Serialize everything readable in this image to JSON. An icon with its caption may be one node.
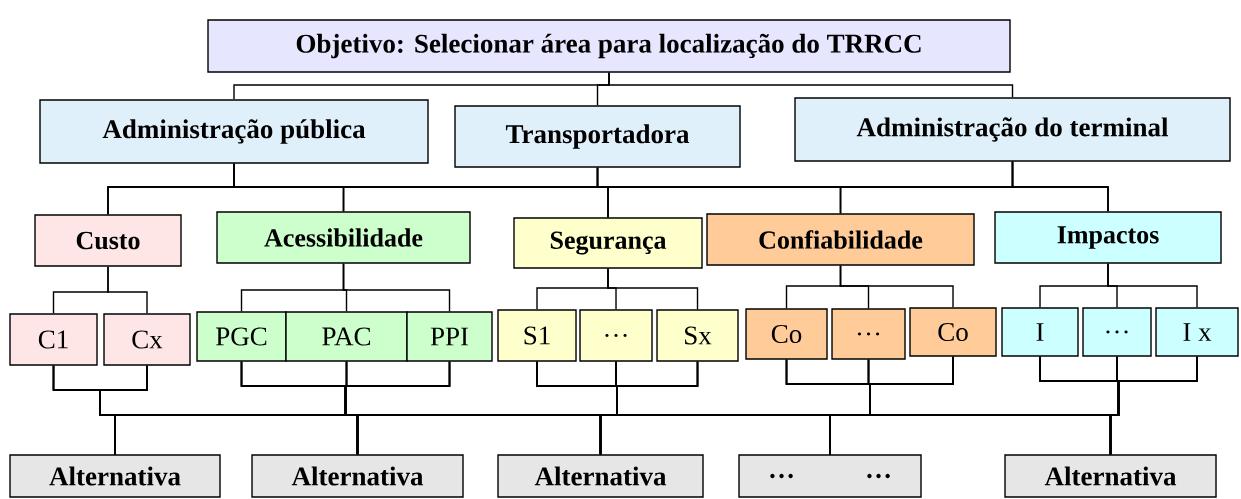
{
  "diagram": {
    "nodes": [
      {
        "text": [
          "Objetivo: Selecionar área para localização do TRRCC"
        ]
      },
      {
        "text": [
          "Administração pública"
        ]
      },
      {
        "text": [
          "Transportadora"
        ]
      },
      {
        "text": [
          "Administração do terminal"
        ]
      },
      {
        "text": [
          "Custo"
        ]
      },
      {
        "text": [
          "Acessibilidade"
        ]
      },
      {
        "text": [
          "Segurança"
        ]
      },
      {
        "text": [
          "Confiabilidade"
        ]
      },
      {
        "text": [
          "Impactos"
        ]
      },
      {
        "text": [
          "C1"
        ]
      },
      {
        "text": [
          "Cx"
        ]
      },
      {
        "text": [
          "PGC"
        ]
      },
      {
        "text": [
          "PAC"
        ]
      },
      {
        "text": [
          "PPI"
        ]
      },
      {
        "text": [
          "S1"
        ]
      },
      {
        "text": [
          "…"
        ]
      },
      {
        "text": [
          "Sx"
        ]
      },
      {
        "text": [
          "Co"
        ]
      },
      {
        "text": [
          "…"
        ]
      },
      {
        "text": [
          "Co"
        ]
      },
      {
        "text": [
          "I"
        ]
      },
      {
        "text": [
          "…"
        ]
      },
      {
        "text": [
          "I x"
        ]
      },
      {
        "text": [
          "Alternativa"
        ]
      },
      {
        "text": [
          "Alternativa"
        ]
      },
      {
        "text": [
          "Alternativa"
        ]
      },
      {
        "text": [
          "…",
          "…"
        ]
      },
      {
        "text": [
          "Alternativa"
        ]
      }
    ],
    "edges": [
      {
        "from": 0,
        "to": 1,
        "arrow": "none"
      },
      {
        "from": 0,
        "to": 2,
        "arrow": "none"
      },
      {
        "from": 0,
        "to": 3,
        "arrow": "none"
      },
      {
        "from": 1,
        "to": 4,
        "arrow": "none"
      },
      {
        "from": 1,
        "to": 5,
        "arrow": "none"
      },
      {
        "from": 1,
        "to": 6,
        "arrow": "none"
      },
      {
        "from": 1,
        "to": 7,
        "arrow": "none"
      },
      {
        "from": 1,
        "to": 8,
        "arrow": "none"
      },
      {
        "from": 2,
        "to": 4,
        "arrow": "none"
      },
      {
        "from": 2,
        "to": 5,
        "arrow": "none"
      },
      {
        "from": 2,
        "to": 6,
        "arrow": "none"
      },
      {
        "from": 2,
        "to": 7,
        "arrow": "none"
      },
      {
        "from": 2,
        "to": 8,
        "arrow": "none"
      },
      {
        "from": 3,
        "to": 4,
        "arrow": "none"
      },
      {
        "from": 3,
        "to": 5,
        "arrow": "none"
      },
      {
        "from": 3,
        "to": 6,
        "arrow": "none"
      },
      {
        "from": 3,
        "to": 7,
        "arrow": "none"
      },
      {
        "from": 3,
        "to": 8,
        "arrow": "none"
      },
      {
        "from": 4,
        "to": 9,
        "arrow": "none"
      },
      {
        "from": 4,
        "to": 10,
        "arrow": "none"
      },
      {
        "from": 5,
        "to": 11,
        "arrow": "none"
      },
      {
        "from": 5,
        "to": 12,
        "arrow": "none"
      },
      {
        "from": 5,
        "to": 13,
        "arrow": "none"
      },
      {
        "from": 6,
        "to": 14,
        "arrow": "none"
      },
      {
        "from": 6,
        "to": 15,
        "arrow": "none"
      },
      {
        "from": 6,
        "to": 16,
        "arrow": "none"
      },
      {
        "from": 7,
        "to": 17,
        "arrow": "none"
      },
      {
        "from": 7,
        "to": 18,
        "arrow": "none"
      },
      {
        "from": 7,
        "to": 19,
        "arrow": "none"
      },
      {
        "from": 8,
        "to": 20,
        "arrow": "none"
      },
      {
        "from": 8,
        "to": 21,
        "arrow": "none"
      },
      {
        "from": 8,
        "to": 22,
        "arrow": "none"
      },
      {
        "from": 9,
        "to": 23,
        "arrow": "none"
      },
      {
        "from": 9,
        "to": 24,
        "arrow": "none"
      },
      {
        "from": 9,
        "to": 25,
        "arrow": "none"
      },
      {
        "from": 9,
        "to": 26,
        "arrow": "none"
      },
      {
        "from": 9,
        "to": 27,
        "arrow": "none"
      },
      {
        "from": 10,
        "to": 23,
        "arrow": "none"
      },
      {
        "from": 10,
        "to": 24,
        "arrow": "none"
      },
      {
        "from": 10,
        "to": 25,
        "arrow": "none"
      },
      {
        "from": 10,
        "to": 26,
        "arrow": "none"
      },
      {
        "from": 10,
        "to": 27,
        "arrow": "none"
      },
      {
        "from": 11,
        "to": 23,
        "arrow": "none"
      },
      {
        "from": 11,
        "to": 24,
        "arrow": "none"
      },
      {
        "from": 11,
        "to": 25,
        "arrow": "none"
      },
      {
        "from": 11,
        "to": 26,
        "arrow": "none"
      },
      {
        "from": 11,
        "to": 27,
        "arrow": "none"
      },
      {
        "from": 12,
        "to": 23,
        "arrow": "none"
      },
      {
        "from": 12,
        "to": 24,
        "arrow": "none"
      },
      {
        "from": 12,
        "to": 25,
        "arrow": "none"
      },
      {
        "from": 12,
        "to": 26,
        "arrow": "none"
      },
      {
        "from": 12,
        "to": 27,
        "arrow": "none"
      },
      {
        "from": 13,
        "to": 23,
        "arrow": "none"
      },
      {
        "from": 13,
        "to": 24,
        "arrow": "none"
      },
      {
        "from": 13,
        "to": 25,
        "arrow": "none"
      },
      {
        "from": 13,
        "to": 26,
        "arrow": "none"
      },
      {
        "from": 13,
        "to": 27,
        "arrow": "none"
      },
      {
        "from": 14,
        "to": 23,
        "arrow": "none"
      },
      {
        "from": 14,
        "to": 24,
        "arrow": "none"
      },
      {
        "from": 14,
        "to": 25,
        "arrow": "none"
      },
      {
        "from": 14,
        "to": 26,
        "arrow": "none"
      },
      {
        "from": 14,
        "to": 27,
        "arrow": "none"
      },
      {
        "from": 15,
        "to": 23,
        "arrow": "none"
      },
      {
        "from": 15,
        "to": 24,
        "arrow": "none"
      },
      {
        "from": 15,
        "to": 25,
        "arrow": "none"
      },
      {
        "from": 15,
        "to": 26,
        "arrow": "none"
      },
      {
        "from": 15,
        "to": 27,
        "arrow": "none"
      },
      {
        "from": 16,
        "to": 23,
        "arrow": "none"
      },
      {
        "from": 16,
        "to": 24,
        "arrow": "none"
      },
      {
        "from": 16,
        "to": 25,
        "arrow": "none"
      },
      {
        "from": 16,
        "to": 26,
        "arrow": "none"
      },
      {
        "from": 16,
        "to": 27,
        "arrow": "none"
      },
      {
        "from": 17,
        "to": 23,
        "arrow": "none"
      },
      {
        "from": 17,
        "to": 24,
        "arrow": "none"
      },
      {
        "from": 17,
        "to": 25,
        "arrow": "none"
      },
      {
        "from": 17,
        "to": 26,
        "arrow": "none"
      },
      {
        "from": 17,
        "to": 27,
        "arrow": "none"
      },
      {
        "from": 18,
        "to": 23,
        "arrow": "none"
      },
      {
        "from": 18,
        "to": 24,
        "arrow": "none"
      },
      {
        "from": 18,
        "to": 25,
        "arrow": "none"
      },
      {
        "from": 18,
        "to": 26,
        "arrow": "none"
      },
      {
        "from": 18,
        "to": 27,
        "arrow": "none"
      },
      {
        "from": 19,
        "to": 23,
        "arrow": "none"
      },
      {
        "from": 19,
        "to": 24,
        "arrow": "none"
      },
      {
        "from": 19,
        "to": 25,
        "arrow": "none"
      },
      {
        "from": 19,
        "to": 26,
        "arrow": "none"
      },
      {
        "from": 19,
        "to": 27,
        "arrow": "none"
      },
      {
        "from": 20,
        "to": 23,
        "arrow": "none"
      },
      {
        "from": 20,
        "to": 24,
        "arrow": "none"
      },
      {
        "from": 20,
        "to": 25,
        "arrow": "none"
      },
      {
        "from": 20,
        "to": 26,
        "arrow": "none"
      },
      {
        "from": 20,
        "to": 27,
        "arrow": "none"
      },
      {
        "from": 21,
        "to": 23,
        "arrow": "none"
      },
      {
        "from": 21,
        "to": 24,
        "arrow": "none"
      },
      {
        "from": 21,
        "to": 25,
        "arrow": "none"
      },
      {
        "from": 21,
        "to": 26,
        "arrow": "none"
      },
      {
        "from": 21,
        "to": 27,
        "arrow": "none"
      },
      {
        "from": 22,
        "to": 23,
        "arrow": "none"
      },
      {
        "from": 22,
        "to": 24,
        "arrow": "none"
      },
      {
        "from": 22,
        "to": 25,
        "arrow": "none"
      },
      {
        "from": 22,
        "to": 26,
        "arrow": "none"
      },
      {
        "from": 22,
        "to": 27,
        "arrow": "none"
      }
    ]
  }
}
